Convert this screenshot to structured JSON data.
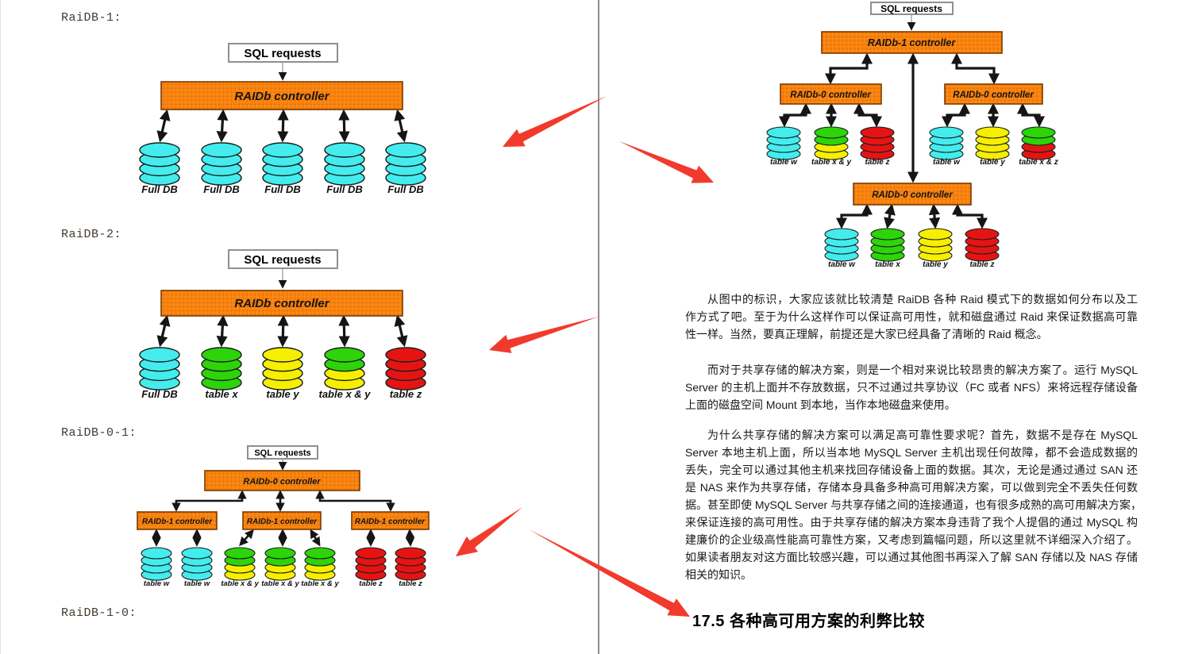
{
  "colors": {
    "cyan": "#45ecee",
    "green": "#2ed30a",
    "yellow": "#f8ef00",
    "red": "#e51413",
    "controller_fill": "#f8820d",
    "controller_border": "#7a3a00",
    "red_arrow": "#f23a2c",
    "divider": "#8c8c8c"
  },
  "left_labels": {
    "l1": "RaiDB-1:",
    "l2": "RaiDB-2:",
    "l3": "RaiDB-0-1:",
    "l4": "RaiDB-1-0:"
  },
  "diagrams": {
    "d1": {
      "sql_label": "SQL requests",
      "controller": "RAIDb controller",
      "cylinders": [
        {
          "label": "Full DB",
          "disks": [
            "cyan",
            "cyan",
            "cyan",
            "cyan"
          ]
        },
        {
          "label": "Full DB",
          "disks": [
            "cyan",
            "cyan",
            "cyan",
            "cyan"
          ]
        },
        {
          "label": "Full DB",
          "disks": [
            "cyan",
            "cyan",
            "cyan",
            "cyan"
          ]
        },
        {
          "label": "Full DB",
          "disks": [
            "cyan",
            "cyan",
            "cyan",
            "cyan"
          ]
        },
        {
          "label": "Full DB",
          "disks": [
            "cyan",
            "cyan",
            "cyan",
            "cyan"
          ]
        }
      ]
    },
    "d2": {
      "sql_label": "SQL requests",
      "controller": "RAIDb controller",
      "cylinders": [
        {
          "label": "Full DB",
          "disks": [
            "cyan",
            "cyan",
            "cyan",
            "cyan"
          ]
        },
        {
          "label": "table x",
          "disks": [
            "green",
            "green",
            "green",
            "green"
          ]
        },
        {
          "label": "table y",
          "disks": [
            "yellow",
            "yellow",
            "yellow",
            "yellow"
          ]
        },
        {
          "label": "table x & y",
          "disks": [
            "green",
            "green",
            "yellow",
            "yellow"
          ]
        },
        {
          "label": "table z",
          "disks": [
            "red",
            "red",
            "red",
            "red"
          ]
        }
      ]
    },
    "d3": {
      "sql_label": "SQL requests",
      "root_controller": "RAIDb-0 controller",
      "sub_controllers": [
        "RAIDb-1 controller",
        "RAIDb-1 controller",
        "RAIDb-1 controller"
      ],
      "cylinders": [
        {
          "label": "table w",
          "disks": [
            "cyan",
            "cyan",
            "cyan",
            "cyan"
          ]
        },
        {
          "label": "table w",
          "disks": [
            "cyan",
            "cyan",
            "cyan",
            "cyan"
          ]
        },
        {
          "label": "table x & y",
          "disks": [
            "green",
            "green",
            "yellow",
            "yellow"
          ]
        },
        {
          "label": "table x & y",
          "disks": [
            "green",
            "green",
            "yellow",
            "yellow"
          ]
        },
        {
          "label": "table x & y",
          "disks": [
            "green",
            "green",
            "yellow",
            "yellow"
          ]
        },
        {
          "label": "table z",
          "disks": [
            "red",
            "red",
            "red",
            "red"
          ]
        },
        {
          "label": "table z",
          "disks": [
            "red",
            "red",
            "red",
            "red"
          ]
        }
      ]
    },
    "d4": {
      "sql_label": "SQL requests",
      "root_controller": "RAIDb-1 controller",
      "sub_controllers": [
        "RAIDb-0 controller",
        "RAIDb-0 controller"
      ],
      "cylinders": [
        {
          "label": "table w",
          "disks": [
            "cyan",
            "cyan",
            "cyan",
            "cyan"
          ]
        },
        {
          "label": "table x & y",
          "disks": [
            "green",
            "green",
            "yellow",
            "yellow"
          ]
        },
        {
          "label": "table z",
          "disks": [
            "red",
            "red",
            "red",
            "red"
          ]
        },
        {
          "label": "table w",
          "disks": [
            "cyan",
            "cyan",
            "cyan",
            "cyan"
          ]
        },
        {
          "label": "table y",
          "disks": [
            "yellow",
            "yellow",
            "yellow",
            "yellow"
          ]
        },
        {
          "label": "table x & z",
          "disks": [
            "green",
            "green",
            "red",
            "red"
          ]
        }
      ]
    },
    "d5": {
      "controller": "RAIDb-0 controller",
      "cylinders": [
        {
          "label": "table w",
          "disks": [
            "cyan",
            "cyan",
            "cyan",
            "cyan"
          ]
        },
        {
          "label": "table x",
          "disks": [
            "green",
            "green",
            "green",
            "green"
          ]
        },
        {
          "label": "table y",
          "disks": [
            "yellow",
            "yellow",
            "yellow",
            "yellow"
          ]
        },
        {
          "label": "table z",
          "disks": [
            "red",
            "red",
            "red",
            "red"
          ]
        }
      ]
    }
  },
  "text": {
    "paragraphs": [
      {
        "lines": [
          "从图中的标识，大家应该就比较清楚 RaiDB 各种 Raid 模式下的数据如何分布以及工",
          "作方式了吧。至于为什么这样作可以保证高可用性，就和磁盘通过 Raid 来保证数据高可靠",
          "性一样。当然，要真正理解，前提还是大家已经具备了清晰的 Raid 概念。"
        ]
      },
      {
        "lines": [
          "而对于共享存储的解决方案，则是一个相对来说比较昂贵的解决方案了。运行 MySQL",
          "Server 的主机上面并不存放数据，只不过通过共享协议（FC 或者 NFS）来将远程存储设备",
          "上面的磁盘空间 Mount 到本地，当作本地磁盘来使用。"
        ]
      },
      {
        "lines": [
          "为什么共享存储的解决方案可以满足高可靠性要求呢？首先，数据不是存在 MySQL",
          "Server 本地主机上面，所以当本地 MySQL Server 主机出现任何故障，都不会造成数据的",
          "丢失，完全可以通过其他主机来找回存储设备上面的数据。其次，无论是通过通过 SAN 还",
          "是 NAS 来作为共享存储，存储本身具备多种高可用解决方案，可以做到完全不丢失任何数",
          "据。甚至即使 MySQL Server 与共享存储之间的连接通道，也有很多成熟的高可用解决方案，",
          "来保证连接的高可用性。由于共享存储的解决方案本身违背了我个人提倡的通过 MySQL 构",
          "建廉价的企业级高性能高可靠性方案，又考虑到篇幅问题，所以这里就不详细深入介绍了。",
          "如果读者朋友对这方面比较感兴趣，可以通过其他图书再深入了解 SAN 存储以及 NAS 存储",
          "相关的知识。"
        ]
      }
    ],
    "heading": "17.5 各种高可用方案的利弊比较"
  }
}
